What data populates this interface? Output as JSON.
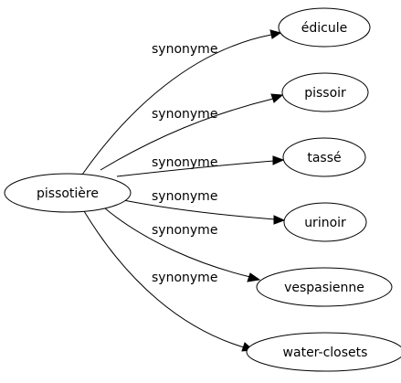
{
  "diagram": {
    "root": {
      "label": "pissotière"
    },
    "relations": [
      {
        "label": "synonyme",
        "target": "édicule"
      },
      {
        "label": "synonyme",
        "target": "pissoir"
      },
      {
        "label": "synonyme",
        "target": "tassé"
      },
      {
        "label": "synonyme",
        "target": "urinoir"
      },
      {
        "label": "synonyme",
        "target": "vespasienne"
      },
      {
        "label": "synonyme",
        "target": "water-closets"
      }
    ]
  }
}
